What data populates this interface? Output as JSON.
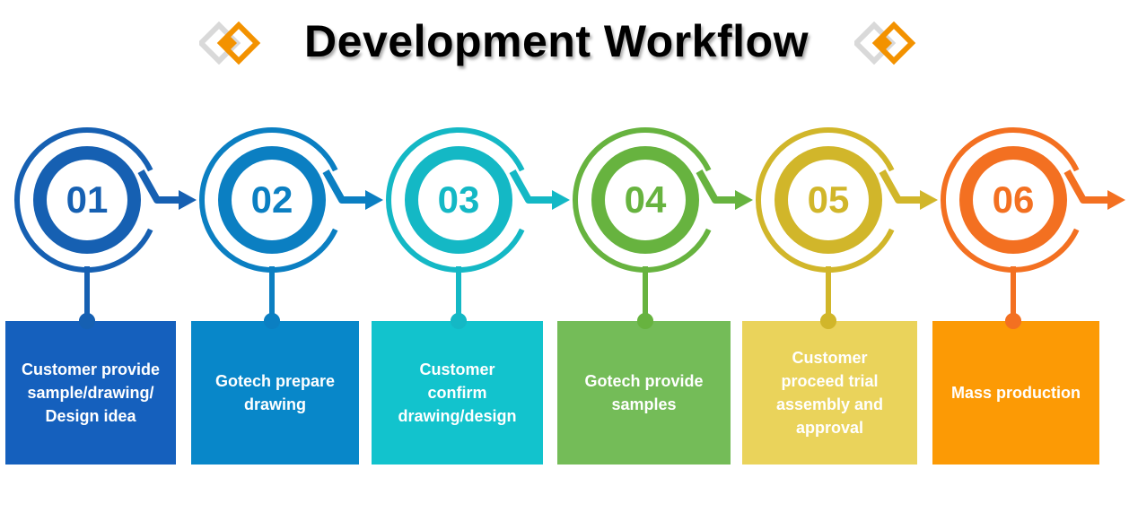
{
  "title": "Development Workflow",
  "accent_colors": {
    "logo_orange": "#F39200",
    "logo_gray": "#D9D9D9"
  },
  "steps": [
    {
      "number": "01",
      "text": "Customer provide\nsample/drawing/\nDesign idea",
      "color": "#1660B2",
      "box_color": "#1560BD"
    },
    {
      "number": "02",
      "text": "Gotech prepare\ndrawing",
      "color": "#0B7FC2",
      "box_color": "#0887C9"
    },
    {
      "number": "03",
      "text": "Customer\nconfirm\ndrawing/design",
      "color": "#14B8C5",
      "box_color": "#12C3CD"
    },
    {
      "number": "04",
      "text": "Gotech provide\nsamples",
      "color": "#67B33F",
      "box_color": "#74BC58"
    },
    {
      "number": "05",
      "text": "Customer\nproceed trial\nassembly and\napproval",
      "color": "#D1B62A",
      "box_color": "#EAD35B"
    },
    {
      "number": "06",
      "text": "Mass production",
      "color": "#F37021",
      "box_color": "#FC9A05"
    }
  ]
}
